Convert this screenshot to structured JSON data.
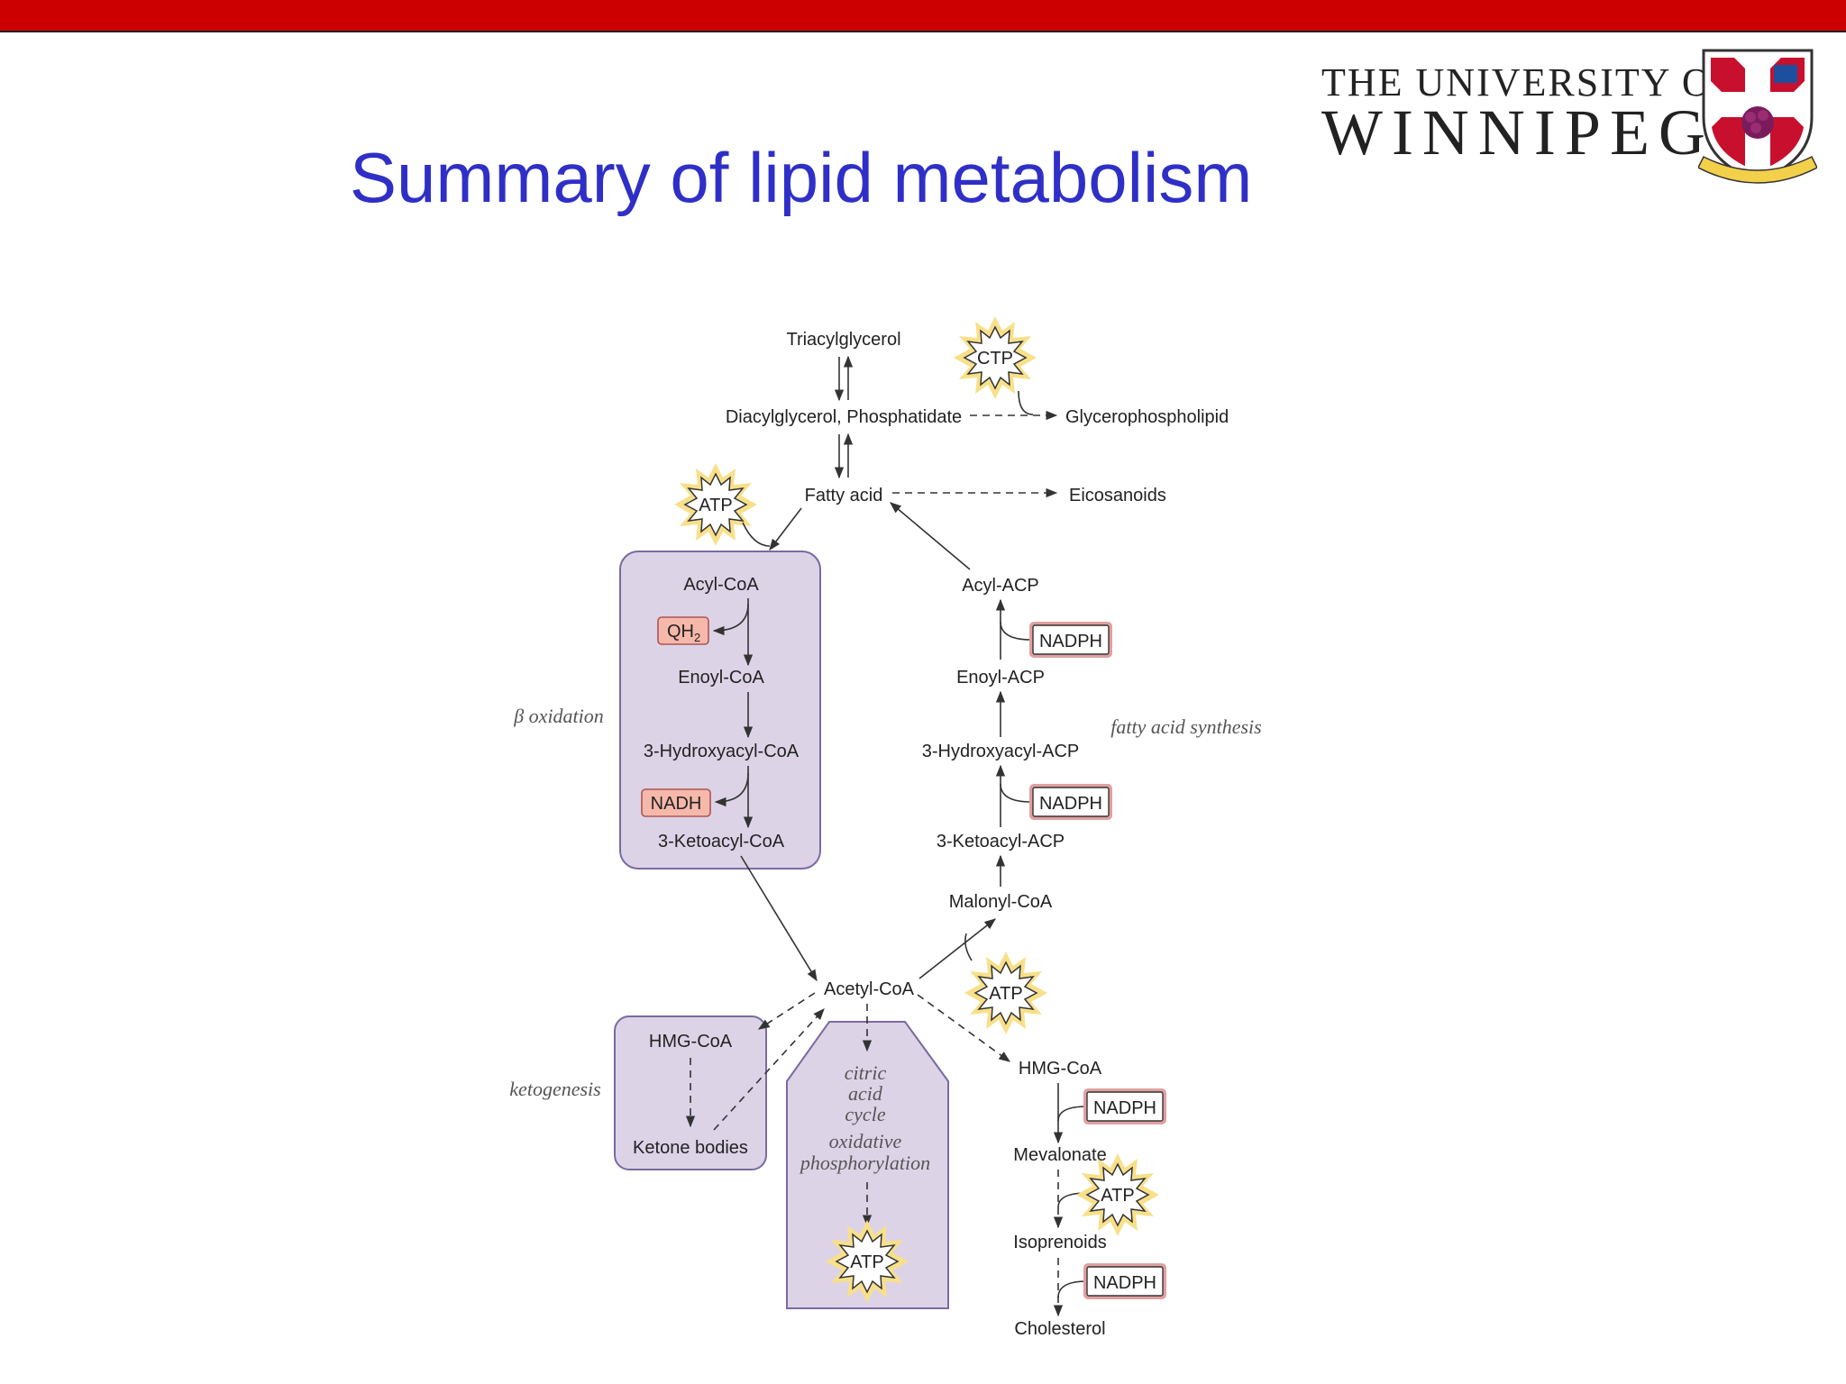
{
  "slide": {
    "title": "Summary of lipid metabolism",
    "logo": {
      "line1": "THE UNIVERSITY OF",
      "line2": "WINNIPEG"
    }
  },
  "diagram": {
    "sections": {
      "beta_oxidation": "β oxidation",
      "fatty_acid_synthesis": "fatty acid synthesis",
      "ketogenesis": "ketogenesis",
      "citric": "citric",
      "acid": "acid",
      "cycle": "cycle",
      "oxidative": "oxidative",
      "phosphorylation": "phosphorylation"
    },
    "nodes": {
      "triacylglycerol": "Triacylglycerol",
      "diacylglycerol": "Diacylglycerol, Phosphatidate",
      "glycerophospholipid": "Glycerophospholipid",
      "fatty_acid": "Fatty acid",
      "eicosanoids": "Eicosanoids",
      "acyl_coa": "Acyl-CoA",
      "enoyl_coa": "Enoyl-CoA",
      "hydroxyacyl_coa": "3-Hydroxyacyl-CoA",
      "ketoacyl_coa": "3-Ketoacyl-CoA",
      "acyl_acp": "Acyl-ACP",
      "enoyl_acp": "Enoyl-ACP",
      "hydroxyacyl_acp": "3-Hydroxyacyl-ACP",
      "ketoacyl_acp": "3-Ketoacyl-ACP",
      "malonyl_coa": "Malonyl-CoA",
      "acetyl_coa": "Acetyl-CoA",
      "hmg_coa_left": "HMG-CoA",
      "ketone_bodies": "Ketone bodies",
      "hmg_coa_right": "HMG-CoA",
      "mevalonate": "Mevalonate",
      "isoprenoids": "Isoprenoids",
      "cholesterol": "Cholesterol"
    },
    "cofactors": {
      "ctp": "CTP",
      "atp_fatty_acid": "ATP",
      "atp_malonyl": "ATP",
      "atp_mevalonate": "ATP",
      "atp_oxphos": "ATP",
      "qh": "QH",
      "qh_sub": "2",
      "nadh": "NADH",
      "nadph_1": "NADPH",
      "nadph_2": "NADPH",
      "nadph_3": "NADPH",
      "nadph_4": "NADPH"
    }
  }
}
